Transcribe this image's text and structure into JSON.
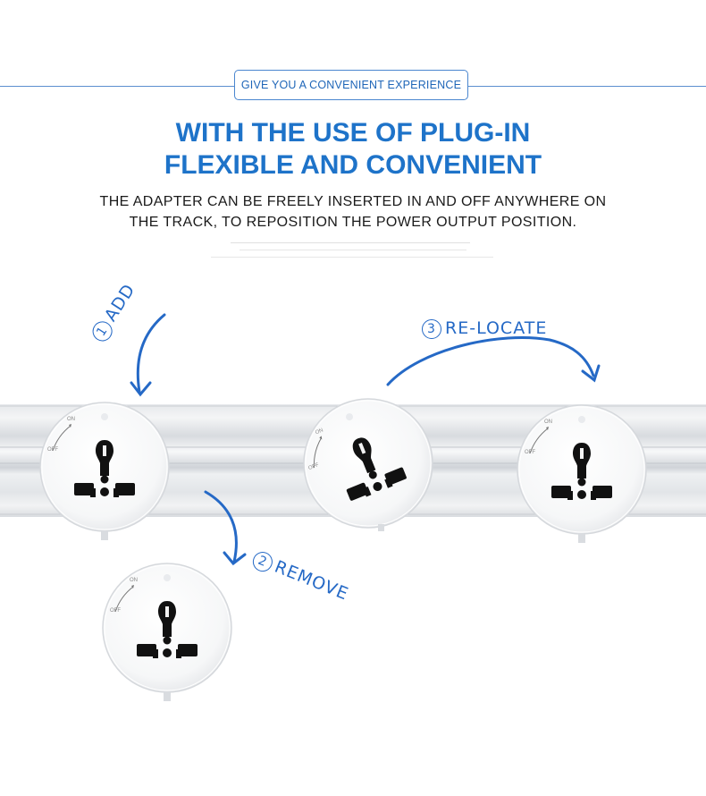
{
  "header": {
    "badge_text": "GIVE YOU A CONVENIENT EXPERIENCE",
    "headline_line1": "WITH THE USE OF PLUG-IN",
    "headline_line2": "FLEXIBLE AND CONVENIENT",
    "subline_line1": "THE ADAPTER CAN BE FREELY INSERTED IN AND OFF ANYWHERE ON",
    "subline_line2": "THE TRACK, TO REPOSITION THE POWER OUTPUT POSITION."
  },
  "steps": [
    {
      "number": "1",
      "label": "ADD"
    },
    {
      "number": "2",
      "label": "REMOVE"
    },
    {
      "number": "3",
      "label": "RE-LOCATE"
    }
  ],
  "socket": {
    "on_label": "ON",
    "off_label": "OFF"
  },
  "colors": {
    "accent_blue": "#1e73c9",
    "arrow_blue": "#2569c6",
    "track_silver": "#e3e5e8"
  }
}
